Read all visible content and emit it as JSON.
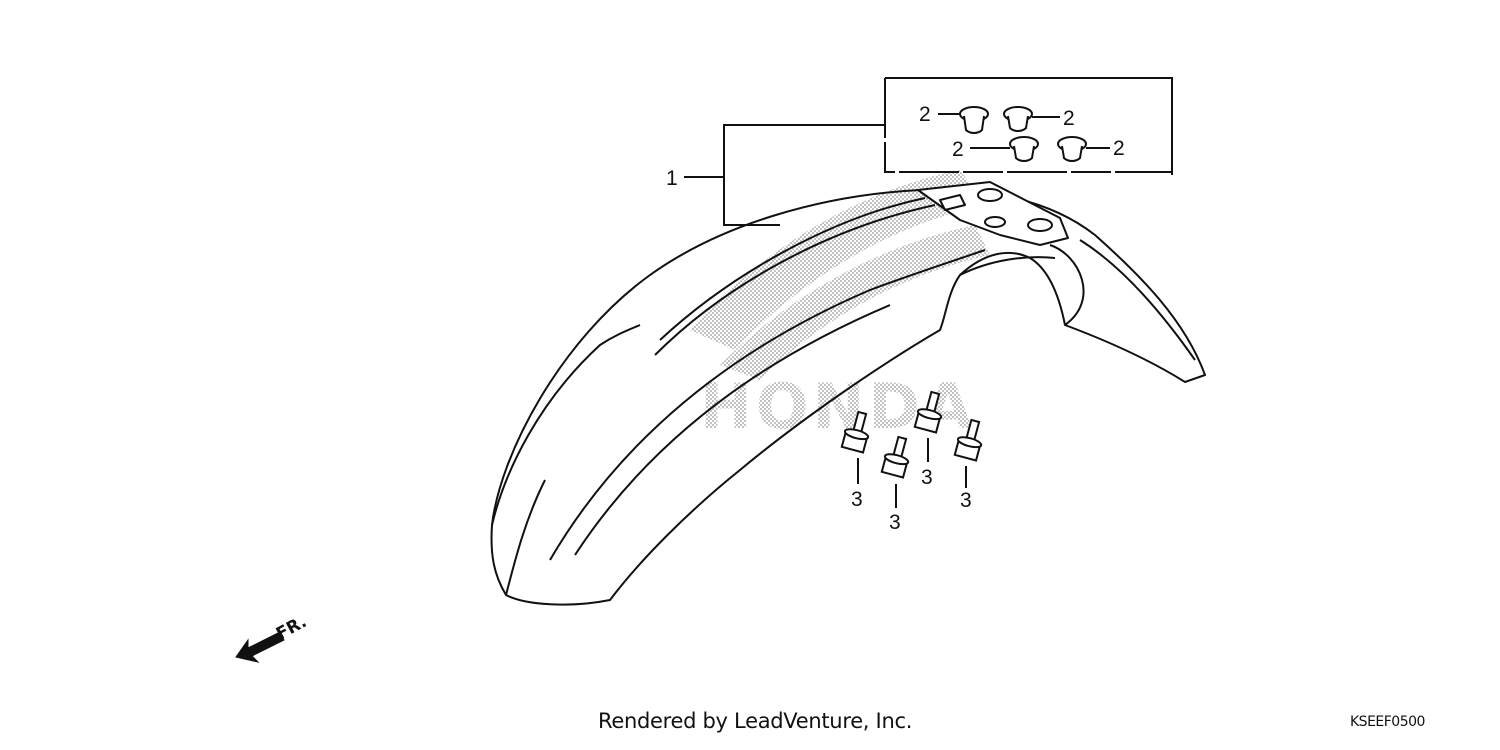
{
  "diagram": {
    "callouts": {
      "part_1": "1",
      "part_2": "2",
      "part_3": "3"
    },
    "direction_label": "FR.",
    "watermark": "HONDA",
    "colors": {
      "line": "#111111",
      "watermark": "#c6c6c6"
    }
  },
  "footer": {
    "credit": "Rendered by LeadVenture, Inc.",
    "diagram_code": "KSEEF0500"
  }
}
